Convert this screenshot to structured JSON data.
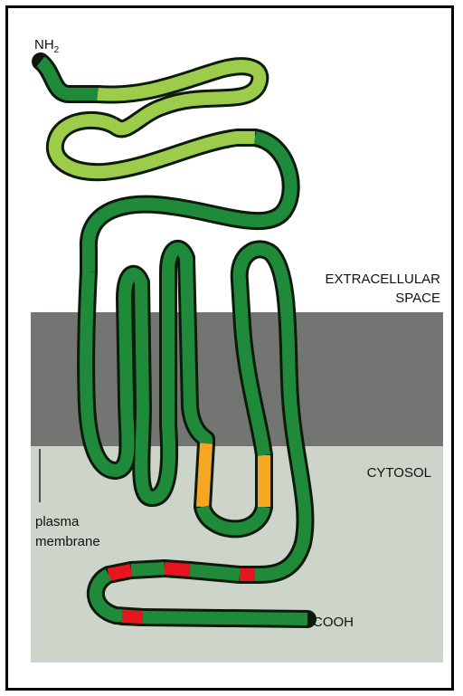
{
  "labels": {
    "n_terminus": "NH",
    "n_terminus_sub": "2",
    "extracellular_line1": "EXTRACELLULAR",
    "extracellular_line2": "SPACE",
    "cytosol": "CYTOSOL",
    "membrane_line1": "plasma",
    "membrane_line2": "membrane",
    "c_terminus": "COOH"
  },
  "colors": {
    "cytosol_bg": "#cdd5ca",
    "membrane_band": "#737573",
    "chain_dark_green": "#1e8a3a",
    "chain_light_green": "#9ccc4a",
    "chain_outline": "#0c1a0c",
    "segment_orange": "#f5a623",
    "segment_red": "#e8141e"
  }
}
